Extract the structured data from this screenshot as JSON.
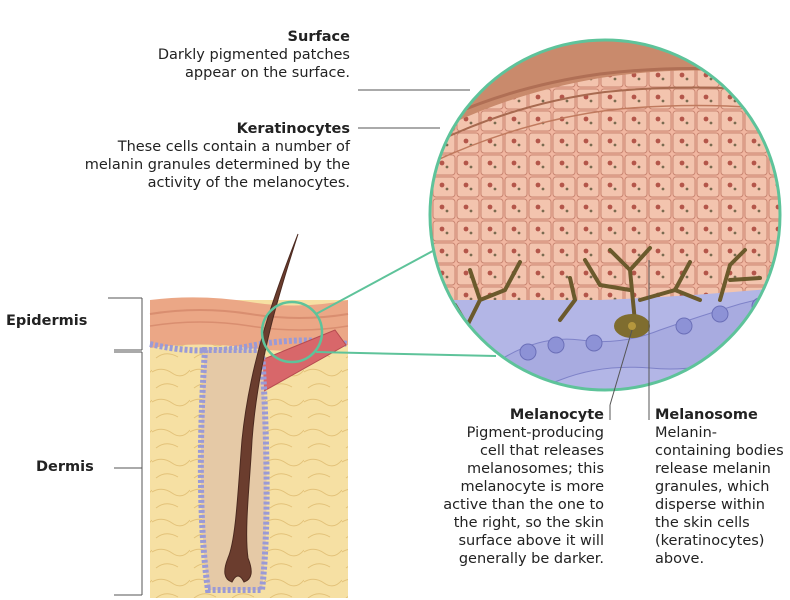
{
  "surface": {
    "title": "Surface",
    "lines": [
      "Darkly pigmented patches",
      "appear on the surface."
    ]
  },
  "keratinocytes": {
    "title": "Keratinocytes",
    "lines": [
      "These cells contain a number of",
      "melanin granules determined by the",
      "activity of the melanocytes."
    ]
  },
  "epidermis": {
    "title": "Epidermis"
  },
  "dermis": {
    "title": "Dermis"
  },
  "melanocyte": {
    "title": "Melanocyte",
    "lines": [
      "Pigment-producing",
      "cell that releases",
      "melanosomes; this",
      "melanocyte is more",
      "active than the one to",
      "the right, so the skin",
      "surface above it will",
      "generally be darker."
    ]
  },
  "melanosome": {
    "title": "Melanosome",
    "lines": [
      "Melanin-",
      "containing bodies",
      "release melanin",
      "granules, which",
      "disperse within",
      "the skin cells",
      "(keratinocytes)",
      "above."
    ]
  }
}
